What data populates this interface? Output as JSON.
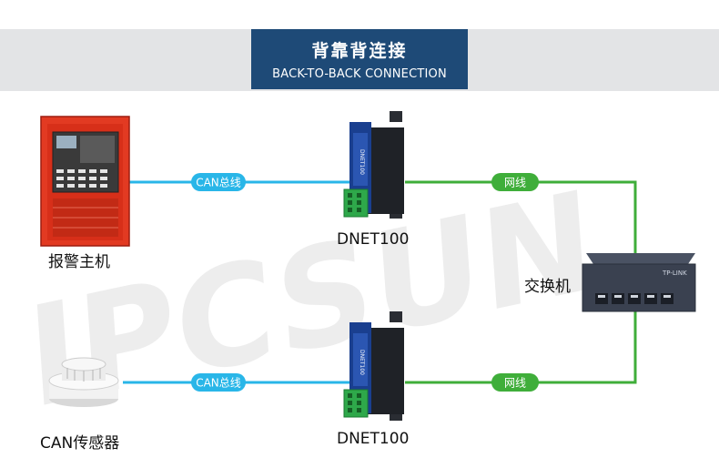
{
  "header": {
    "title_cn": "背靠背连接",
    "title_en": "BACK-TO-BACK CONNECTION"
  },
  "watermark": "IPCSUN",
  "devices": {
    "alarm_host": "报警主机",
    "can_sensor": "CAN传感器",
    "gateway_top": "DNET100",
    "gateway_bottom": "DNET100",
    "switch": "交换机",
    "switch_brand": "TP-LINK",
    "gateway_face_text": "DNET100"
  },
  "links": {
    "can_top": "CAN总线",
    "can_bottom": "CAN总线",
    "net_top": "网线",
    "net_bottom": "网线"
  },
  "colors": {
    "header_bg": "#1e4a77",
    "can_line": "#29b6e8",
    "net_line": "#3fae3a",
    "alarm_red": "#e23a22",
    "device_dark": "#2a2d33",
    "switch_body": "#3a4150"
  }
}
